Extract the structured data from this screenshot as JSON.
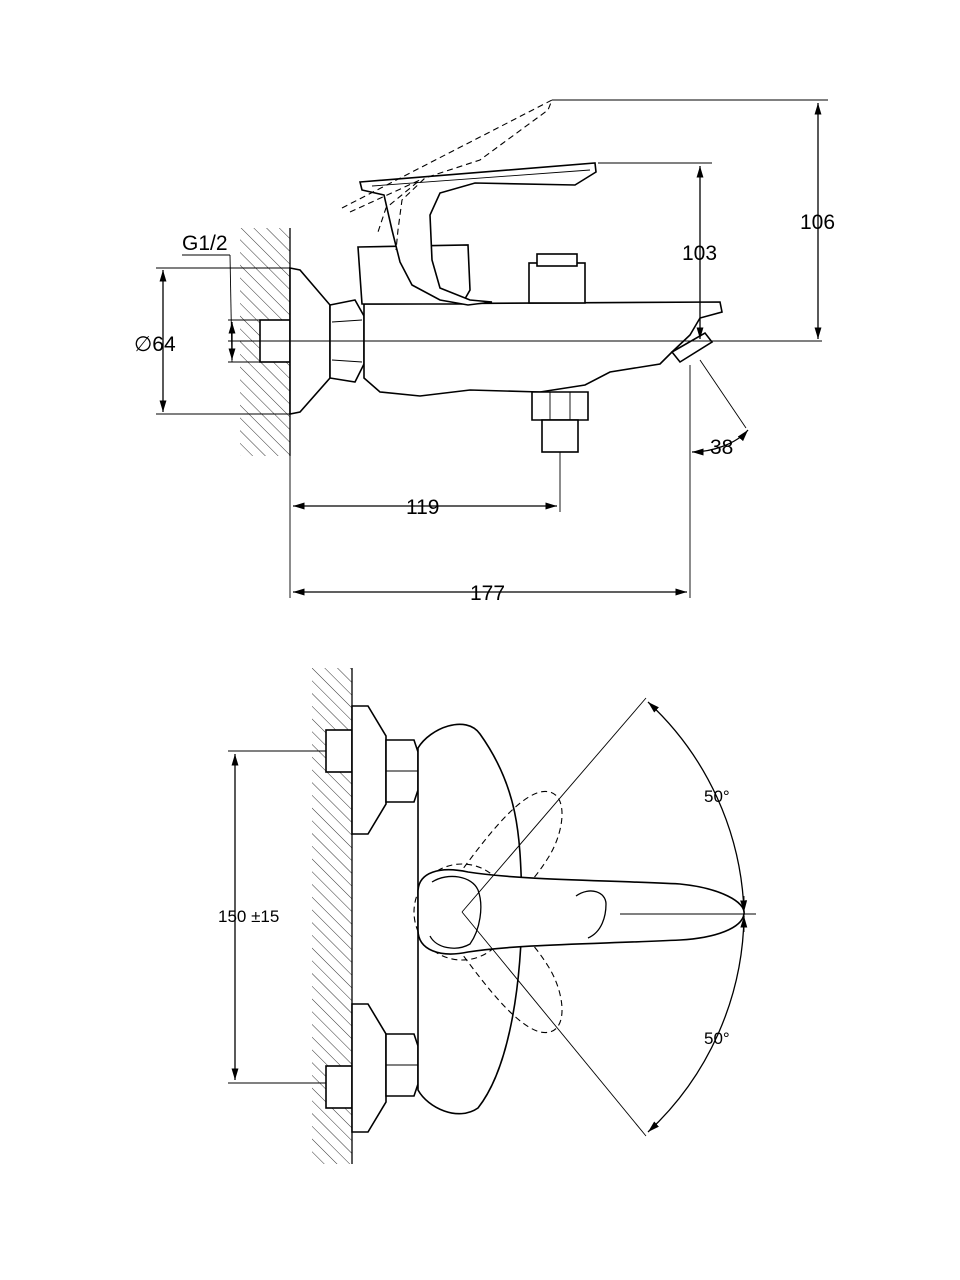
{
  "side_view": {
    "thread_label": "G1/2",
    "diameter_label": "∅64",
    "height_handle_label": "103",
    "height_lever_up_label": "106",
    "spout_angle_label": "38",
    "outlet_distance_label": "119",
    "total_depth_label": "177"
  },
  "top_view": {
    "center_distance_label": "150 ±15",
    "angle_upper_label": "50°",
    "angle_lower_label": "50°"
  },
  "colors": {
    "line": "#000000",
    "background": "#ffffff"
  }
}
